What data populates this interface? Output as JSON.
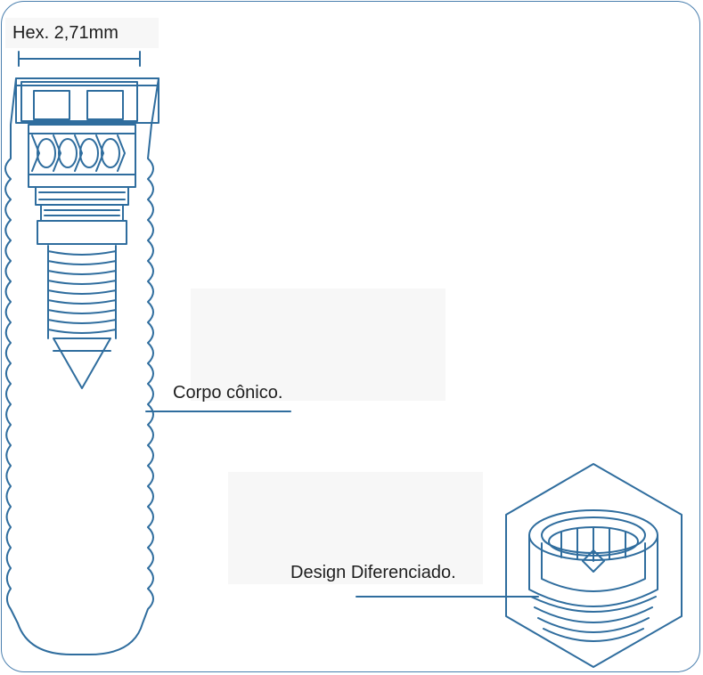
{
  "labels": {
    "hex": "Hex. 2,71mm",
    "body": "Corpo cônico.",
    "design": "Design Diferenciado."
  },
  "colors": {
    "line": "#2f6d9e",
    "border": "#4a7fae",
    "text": "#1e1e1e",
    "panel": "#f7f7f7"
  }
}
